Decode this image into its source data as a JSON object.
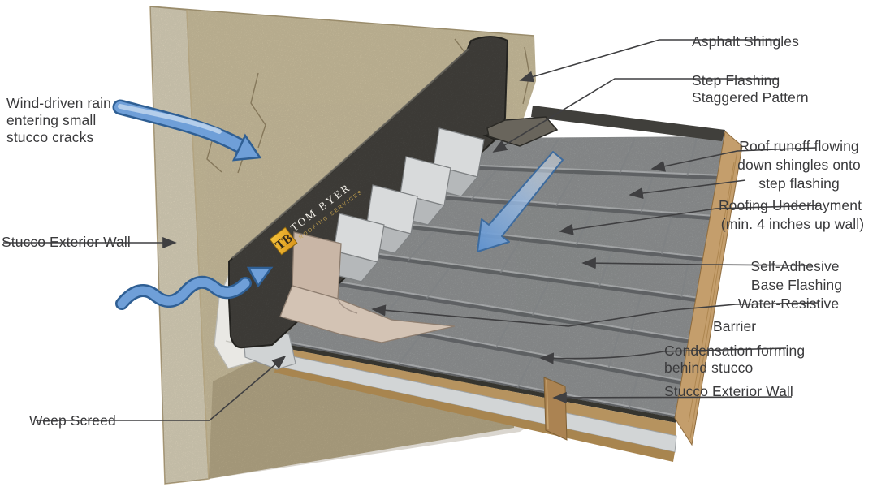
{
  "title": "Stucco wall to roof step-flashing detail diagram",
  "logo": {
    "name": "Tom Byer",
    "tagline": "Roofing Services",
    "monogram": "TB"
  },
  "colors": {
    "stucco": "#d9cca9",
    "membrane": "#504e49",
    "flashing_metal": "#d8dadb",
    "base_flashing": "#c9b6a6",
    "shingle": "#a7aaab",
    "wood": "#c49e6c",
    "arrow_blue": "#6f9fd8",
    "leader": "#3f3f41"
  },
  "labels": [
    {
      "id": "wind_rain",
      "lines": [
        "Wind-driven rain",
        "entering small",
        "stucco cracks"
      ]
    },
    {
      "id": "stucco_wall_left",
      "lines": [
        "Stucco Exterior Wall"
      ]
    },
    {
      "id": "weep_screed",
      "lines": [
        "Weep Screed"
      ]
    },
    {
      "id": "asphalt_shingles",
      "lines": [
        "Asphalt Shingles"
      ]
    },
    {
      "id": "step_flashing",
      "lines": [
        "Step Flashing",
        "Staggered Pattern"
      ]
    },
    {
      "id": "roof_runoff",
      "lines": [
        "Roof runoff flowing",
        "down shingles onto",
        "step flashing"
      ]
    },
    {
      "id": "roofing_underlayment",
      "lines": [
        "Roofing Underlayment",
        "(min. 4 inches up wall)"
      ]
    },
    {
      "id": "self_adhesive",
      "lines": [
        "Self-Adhesive",
        "Base Flashing"
      ]
    },
    {
      "id": "water_resistive",
      "lines": [
        "Water-Resistive",
        "Barrier"
      ]
    },
    {
      "id": "condensation",
      "lines": [
        "Condensation forming",
        "behind stucco"
      ]
    },
    {
      "id": "stucco_wall_right",
      "lines": [
        "Stucco Exterior Wall"
      ]
    }
  ]
}
